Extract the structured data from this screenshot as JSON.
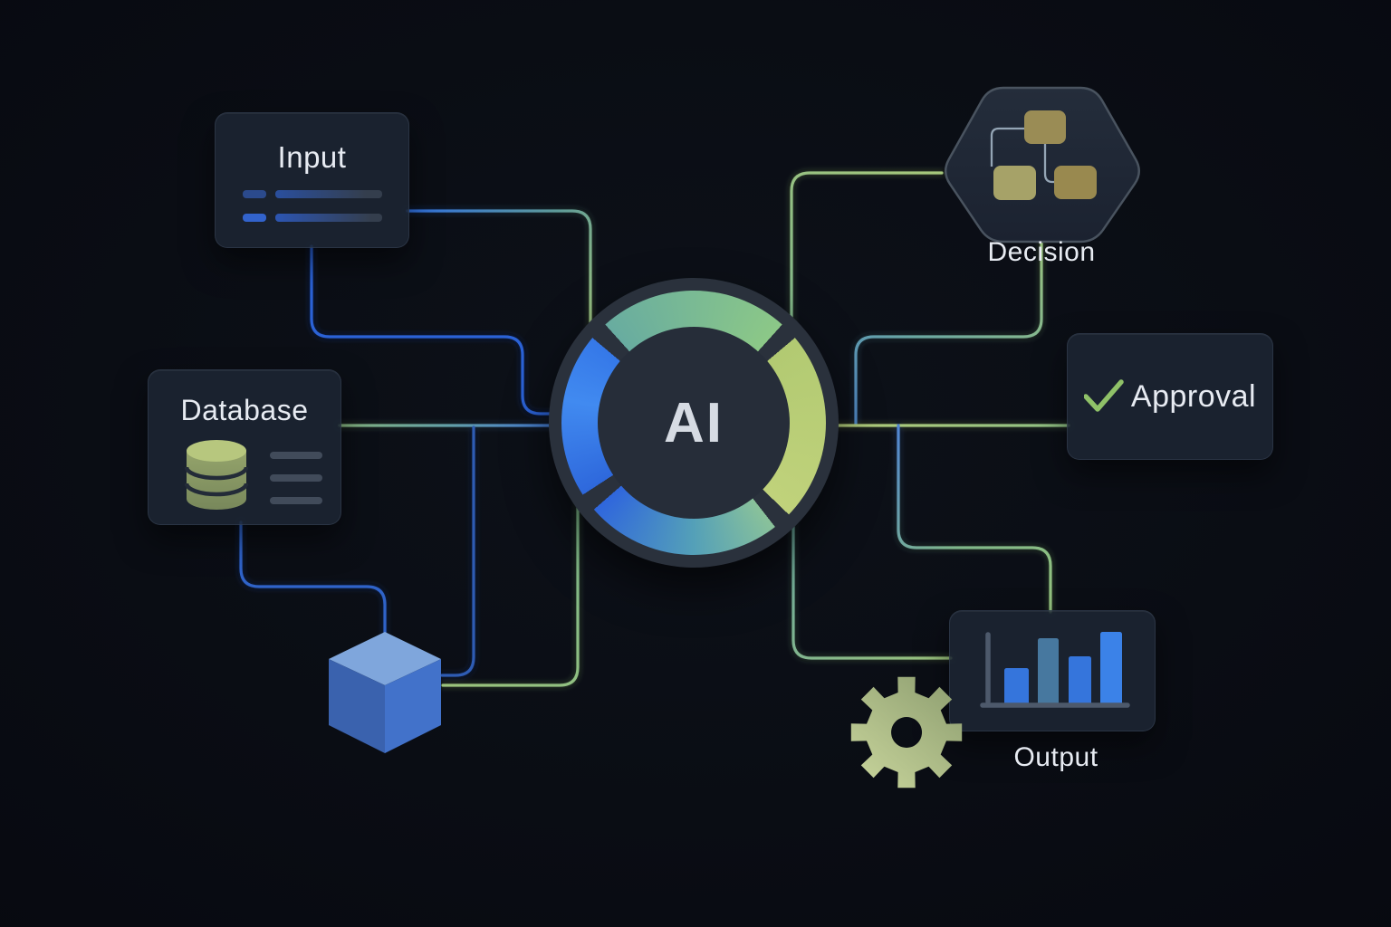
{
  "center": {
    "label": "AI"
  },
  "nodes": {
    "input": {
      "label": "Input",
      "shape": "card"
    },
    "database": {
      "label": "Database",
      "shape": "card"
    },
    "cube": {
      "label": "",
      "shape": "3d-cube"
    },
    "decision": {
      "label": "Decision",
      "shape": "hexagon"
    },
    "approval": {
      "label": "Approval",
      "shape": "card"
    },
    "output": {
      "label": "Output",
      "shape": "card"
    },
    "gear": {
      "label": "",
      "shape": "gear"
    }
  },
  "edges": [
    {
      "from": "input",
      "to": "ai",
      "exit": "right"
    },
    {
      "from": "input",
      "to": "ai",
      "exit": "bottom"
    },
    {
      "from": "database",
      "to": "ai",
      "exit": "right"
    },
    {
      "from": "database",
      "to": "cube",
      "exit": "bottom"
    },
    {
      "from": "cube",
      "to": "database-ai-line"
    },
    {
      "from": "cube",
      "to": "ai",
      "exit": "right"
    },
    {
      "from": "ai",
      "to": "decision"
    },
    {
      "from": "decision",
      "to": "ai-approval-line",
      "exit": "bottom"
    },
    {
      "from": "ai",
      "to": "approval"
    },
    {
      "from": "ai-approval-line",
      "to": "output",
      "enter": "top"
    },
    {
      "from": "ai",
      "to": "output",
      "enter": "left"
    }
  ],
  "output_icon_bars": [
    0.51,
    0.92,
    0.67,
    1.0
  ],
  "colors": {
    "background": "#0a0d14",
    "card": "#1d2533",
    "line_blue": "#2f6fe0",
    "line_green": "#9fc57e",
    "ring_blue": "#3578e8",
    "ring_green": "#8cc887",
    "ring_yellow_green": "#bccf75",
    "gold_box": "#9a8c55",
    "check_green": "#8fc168",
    "bar_blue": "#3b82e8",
    "bar_steel": "#47789f",
    "gear_olive": "#b7c48e",
    "cube_blue": "#4272ca",
    "db_olive": "#a8b775"
  }
}
